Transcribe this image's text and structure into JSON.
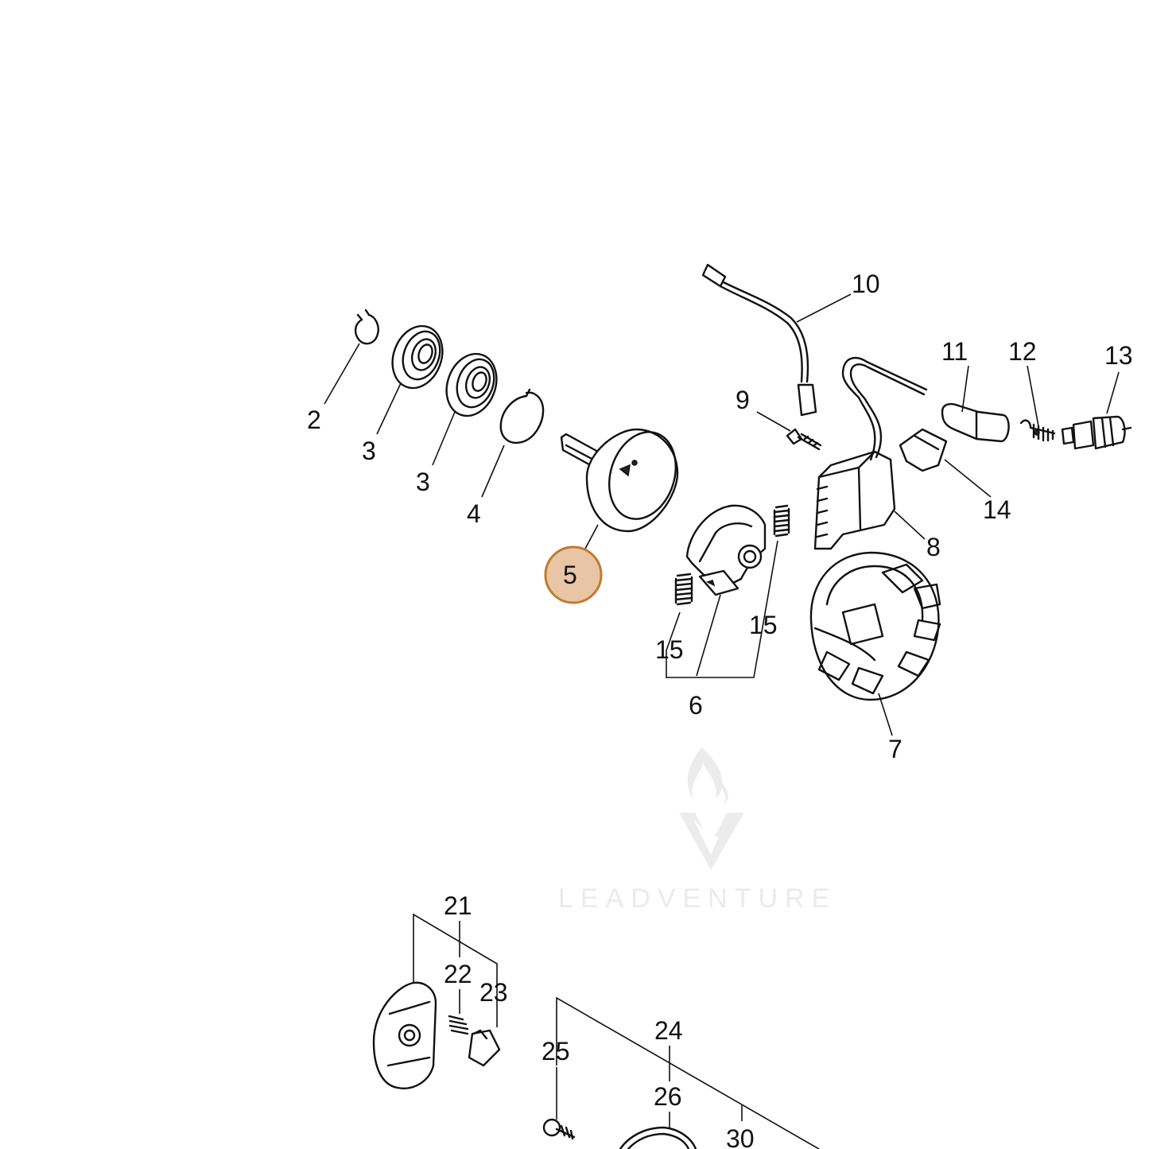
{
  "diagram": {
    "highlight_color": "#e8c5a5",
    "highlight_stroke": "#c07a32",
    "callouts": [
      {
        "id": "2",
        "label": "2"
      },
      {
        "id": "3a",
        "label": "3"
      },
      {
        "id": "3b",
        "label": "3"
      },
      {
        "id": "4",
        "label": "4"
      },
      {
        "id": "5",
        "label": "5",
        "highlighted": true
      },
      {
        "id": "6",
        "label": "6"
      },
      {
        "id": "7",
        "label": "7"
      },
      {
        "id": "8",
        "label": "8"
      },
      {
        "id": "9",
        "label": "9"
      },
      {
        "id": "10",
        "label": "10"
      },
      {
        "id": "11",
        "label": "11"
      },
      {
        "id": "12",
        "label": "12"
      },
      {
        "id": "13",
        "label": "13"
      },
      {
        "id": "14",
        "label": "14"
      },
      {
        "id": "15a",
        "label": "15"
      },
      {
        "id": "15b",
        "label": "15"
      },
      {
        "id": "21",
        "label": "21"
      },
      {
        "id": "22",
        "label": "22"
      },
      {
        "id": "23",
        "label": "23"
      },
      {
        "id": "24",
        "label": "24"
      },
      {
        "id": "25",
        "label": "25"
      },
      {
        "id": "26",
        "label": "26"
      },
      {
        "id": "30",
        "label": "30"
      }
    ]
  },
  "watermark": {
    "text": "LEADVENTURE",
    "icon": "flame-v-logo"
  }
}
